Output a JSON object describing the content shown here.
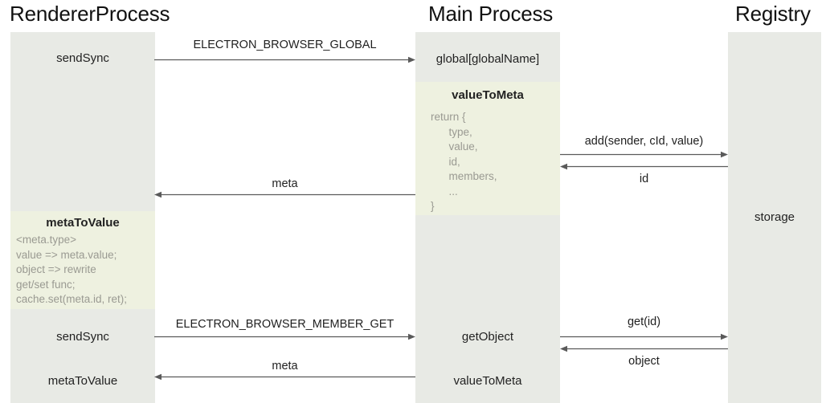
{
  "diagram": {
    "title_row": [
      {
        "name": "renderer-process",
        "label": "RendererProcess"
      },
      {
        "name": "main-process",
        "label": "Main Process"
      },
      {
        "name": "registry",
        "label": "Registry"
      }
    ]
  },
  "colors": {
    "lifeline_gray": "#e8eae5",
    "code_block_green": "#eef1e0",
    "arrow_stroke": "#5a5a5a",
    "text_primary": "#1a1a1a",
    "code_text": "#9a9a92",
    "background": "#ffffff"
  },
  "renderer": {
    "send_sync_top": "sendSync",
    "meta_to_value_title": "metaToValue",
    "meta_to_value_code": "<meta.type>\nvalue => meta.value;\nobject => rewrite\nget/set func;\ncache.set(meta.id, ret);",
    "send_sync_bottom": "sendSync",
    "meta_to_value_bottom": "metaToValue"
  },
  "main": {
    "global_name": "global[globalName]",
    "value_to_meta_title": "valueToMeta",
    "value_to_meta_code": "return {\n      type,\n      value,\n      id,\n      members,\n      ...\n}",
    "get_object": "getObject",
    "value_to_meta_bottom": "valueToMeta"
  },
  "registry": {
    "storage": "storage"
  },
  "messages": [
    {
      "name": "electron-browser-global",
      "label": "ELECTRON_BROWSER_GLOBAL",
      "direction": "right"
    },
    {
      "name": "meta-return-top",
      "label": "meta",
      "direction": "left"
    },
    {
      "name": "add-sender-cid-value",
      "label": "add(sender, cId, value)",
      "direction": "right"
    },
    {
      "name": "id-return",
      "label": "id",
      "direction": "left"
    },
    {
      "name": "electron-browser-member-get",
      "label": "ELECTRON_BROWSER_MEMBER_GET",
      "direction": "right"
    },
    {
      "name": "meta-return-bottom",
      "label": "meta",
      "direction": "left"
    },
    {
      "name": "get-id",
      "label": "get(id)",
      "direction": "right"
    },
    {
      "name": "object-return",
      "label": "object",
      "direction": "left"
    }
  ]
}
